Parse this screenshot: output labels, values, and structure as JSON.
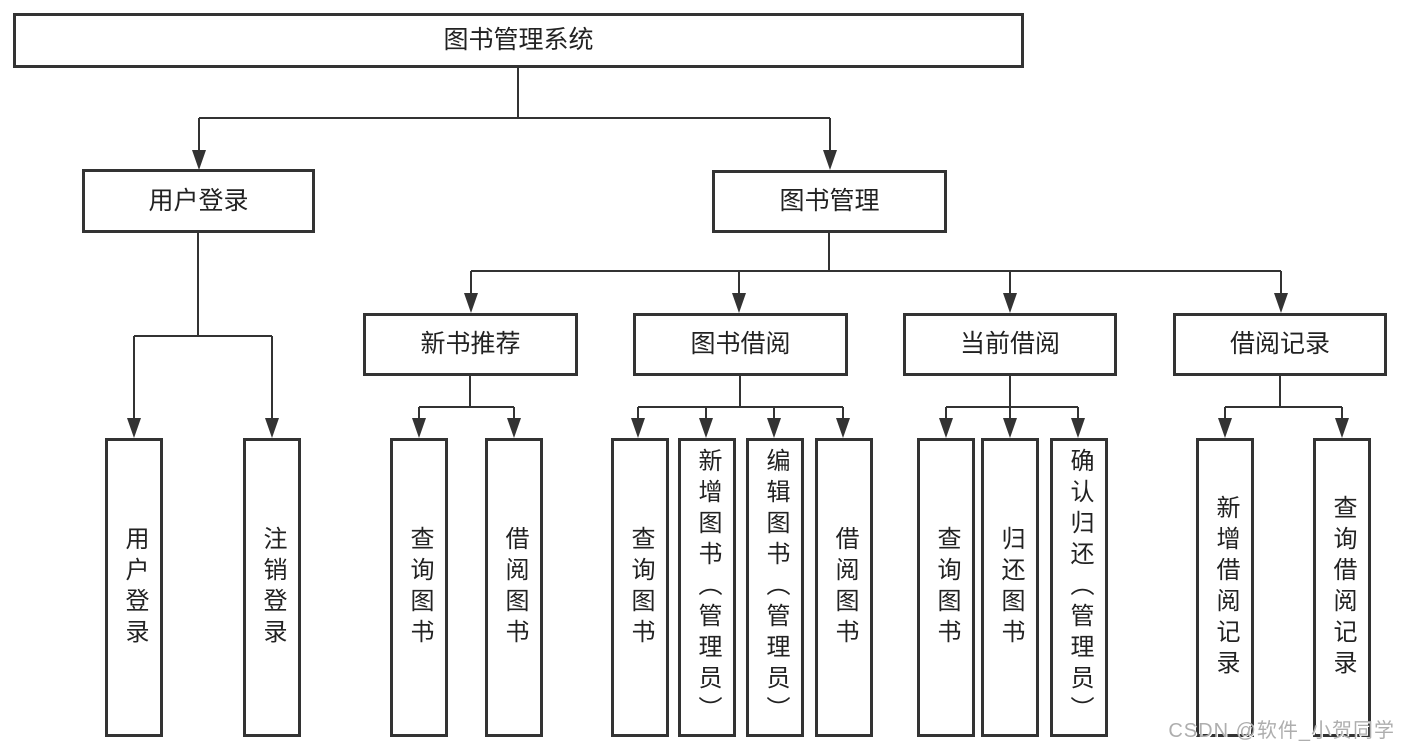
{
  "colors": {
    "line": "#333333",
    "text": "#222222",
    "watermark": "#aeaeae",
    "background": "#ffffff"
  },
  "tree": {
    "label": "图书管理系统",
    "children": [
      {
        "label": "用户登录",
        "children": [
          {
            "label": "用户登录"
          },
          {
            "label": "注销登录"
          }
        ]
      },
      {
        "label": "图书管理",
        "children": [
          {
            "label": "新书推荐",
            "children": [
              {
                "label": "查询图书"
              },
              {
                "label": "借阅图书"
              }
            ]
          },
          {
            "label": "图书借阅",
            "children": [
              {
                "label": "查询图书"
              },
              {
                "label": "新增图书（管理员）"
              },
              {
                "label": "编辑图书（管理员）"
              },
              {
                "label": "借阅图书"
              }
            ]
          },
          {
            "label": "当前借阅",
            "children": [
              {
                "label": "查询图书"
              },
              {
                "label": "归还图书"
              },
              {
                "label": "确认归还（管理员）"
              }
            ]
          },
          {
            "label": "借阅记录",
            "children": [
              {
                "label": "新增借阅记录"
              },
              {
                "label": "查询借阅记录"
              }
            ]
          }
        ]
      }
    ]
  },
  "watermark": "CSDN @软件_小贺同学"
}
